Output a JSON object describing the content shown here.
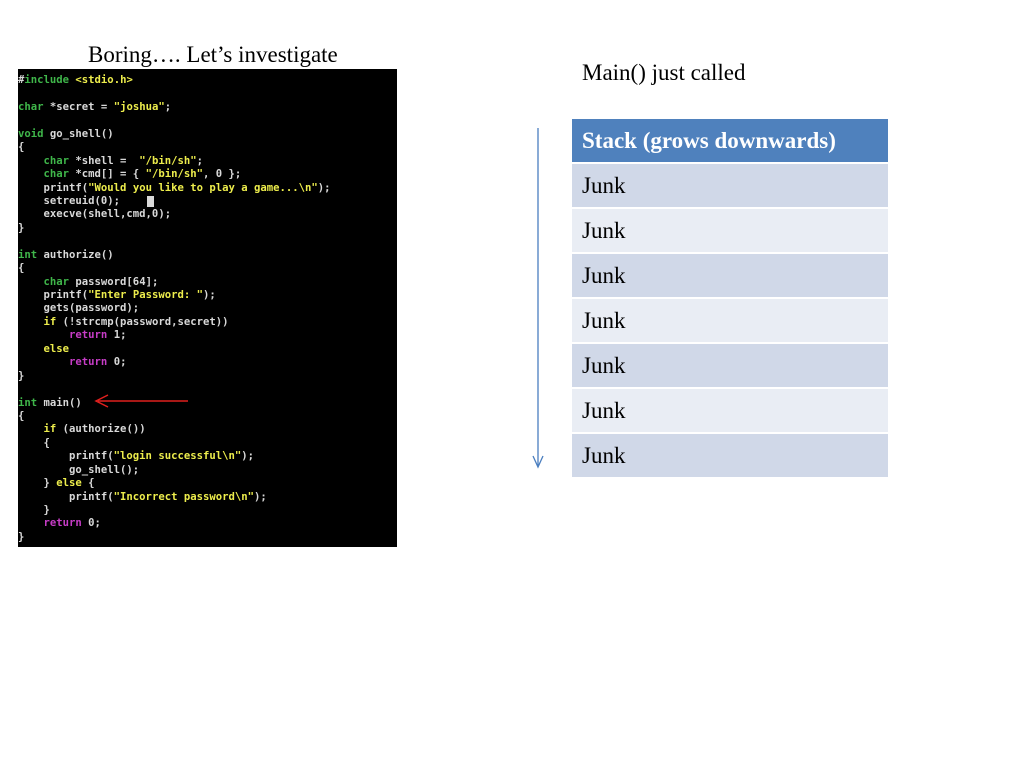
{
  "slide": {
    "title": "Boring…. Let’s investigate",
    "subtitle": "Main() just called"
  },
  "code": {
    "lines": [
      [
        {
          "t": "#",
          "c": "white"
        },
        {
          "t": "include ",
          "c": "green"
        },
        {
          "t": "<stdio.h>",
          "c": "yellow"
        }
      ],
      [],
      [
        {
          "t": "char",
          "c": "green"
        },
        {
          "t": " *secret = ",
          "c": "white"
        },
        {
          "t": "\"joshua\"",
          "c": "yellow"
        },
        {
          "t": ";",
          "c": "white"
        }
      ],
      [],
      [
        {
          "t": "void",
          "c": "green"
        },
        {
          "t": " go_shell()",
          "c": "white"
        }
      ],
      [
        {
          "t": "{",
          "c": "white"
        }
      ],
      [
        {
          "t": "    ",
          "c": "white"
        },
        {
          "t": "char",
          "c": "green"
        },
        {
          "t": " *shell =  ",
          "c": "white"
        },
        {
          "t": "\"/bin/sh\"",
          "c": "yellow"
        },
        {
          "t": ";",
          "c": "white"
        }
      ],
      [
        {
          "t": "    ",
          "c": "white"
        },
        {
          "t": "char",
          "c": "green"
        },
        {
          "t": " *cmd[] = { ",
          "c": "white"
        },
        {
          "t": "\"/bin/sh\"",
          "c": "yellow"
        },
        {
          "t": ", 0 };",
          "c": "white"
        }
      ],
      [
        {
          "t": "    printf(",
          "c": "white"
        },
        {
          "t": "\"Would you like to play a game...\\n\"",
          "c": "yellow"
        },
        {
          "t": ");",
          "c": "white"
        }
      ],
      [
        {
          "t": "    setreuid(0);",
          "c": "white"
        }
      ],
      [
        {
          "t": "    execve(shell,cmd,0);",
          "c": "white"
        }
      ],
      [
        {
          "t": "}",
          "c": "white"
        }
      ],
      [],
      [
        {
          "t": "int",
          "c": "green"
        },
        {
          "t": " authorize()",
          "c": "white"
        }
      ],
      [
        {
          "t": "{",
          "c": "white"
        }
      ],
      [
        {
          "t": "    ",
          "c": "white"
        },
        {
          "t": "char",
          "c": "green"
        },
        {
          "t": " password[64];",
          "c": "white"
        }
      ],
      [
        {
          "t": "    printf(",
          "c": "white"
        },
        {
          "t": "\"Enter Password: \"",
          "c": "yellow"
        },
        {
          "t": ");",
          "c": "white"
        }
      ],
      [
        {
          "t": "    gets(password);",
          "c": "white"
        }
      ],
      [
        {
          "t": "    ",
          "c": "white"
        },
        {
          "t": "if",
          "c": "yellow"
        },
        {
          "t": " (!strcmp(password,secret))",
          "c": "white"
        }
      ],
      [
        {
          "t": "        ",
          "c": "white"
        },
        {
          "t": "return",
          "c": "magenta"
        },
        {
          "t": " 1;",
          "c": "white"
        }
      ],
      [
        {
          "t": "    ",
          "c": "white"
        },
        {
          "t": "else",
          "c": "yellow"
        }
      ],
      [
        {
          "t": "        ",
          "c": "white"
        },
        {
          "t": "return",
          "c": "magenta"
        },
        {
          "t": " 0;",
          "c": "white"
        }
      ],
      [
        {
          "t": "}",
          "c": "white"
        }
      ],
      [],
      [
        {
          "t": "int",
          "c": "green"
        },
        {
          "t": " main()",
          "c": "white"
        }
      ],
      [
        {
          "t": "{",
          "c": "white"
        }
      ],
      [
        {
          "t": "    ",
          "c": "white"
        },
        {
          "t": "if",
          "c": "yellow"
        },
        {
          "t": " (authorize())",
          "c": "white"
        }
      ],
      [
        {
          "t": "    {",
          "c": "white"
        }
      ],
      [
        {
          "t": "        printf(",
          "c": "white"
        },
        {
          "t": "\"login successful\\n\"",
          "c": "yellow"
        },
        {
          "t": ");",
          "c": "white"
        }
      ],
      [
        {
          "t": "        go_shell();",
          "c": "white"
        }
      ],
      [
        {
          "t": "    } ",
          "c": "white"
        },
        {
          "t": "else",
          "c": "yellow"
        },
        {
          "t": " {",
          "c": "white"
        }
      ],
      [
        {
          "t": "        printf(",
          "c": "white"
        },
        {
          "t": "\"Incorrect password\\n\"",
          "c": "yellow"
        },
        {
          "t": ");",
          "c": "white"
        }
      ],
      [
        {
          "t": "    }",
          "c": "white"
        }
      ],
      [
        {
          "t": "    ",
          "c": "white"
        },
        {
          "t": "return",
          "c": "magenta"
        },
        {
          "t": " 0;",
          "c": "white"
        }
      ],
      [
        {
          "t": "}",
          "c": "white"
        }
      ]
    ],
    "colors": {
      "background": "#000000",
      "white": "#d9d9d9",
      "green": "#3fb64a",
      "yellow": "#eded4c",
      "magenta": "#c63cc6"
    },
    "pointer_arrow_color": "#e0201e"
  },
  "stack_table": {
    "header": "Stack (grows downwards)",
    "rows": [
      "Junk",
      "Junk",
      "Junk",
      "Junk",
      "Junk",
      "Junk",
      "Junk"
    ],
    "colors": {
      "header": "#4f81bd",
      "row_odd": "#d0d8e8",
      "row_even": "#e9edf4"
    }
  },
  "stack_arrow_color": "#4a7ebf"
}
